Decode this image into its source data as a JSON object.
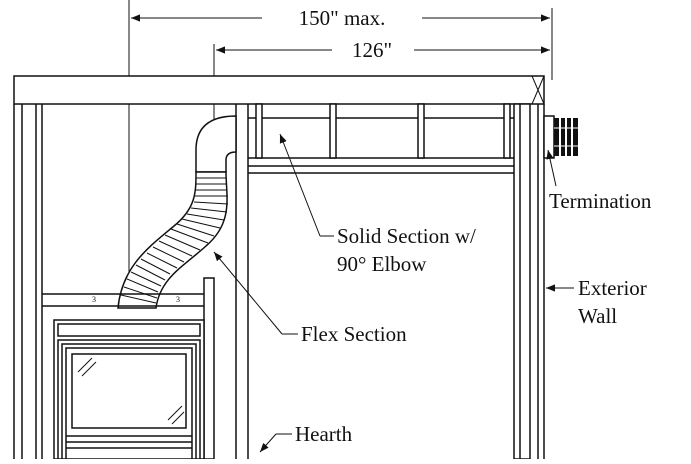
{
  "dimensions": {
    "overall": "150\" max.",
    "inner": "126\""
  },
  "labels": {
    "termination": "Termination",
    "solid_line1": "Solid Section w/",
    "solid_line2": "90° Elbow",
    "exterior_line1": "Exterior",
    "exterior_line2": "Wall",
    "flex": "Flex Section",
    "hearth": "Hearth"
  }
}
